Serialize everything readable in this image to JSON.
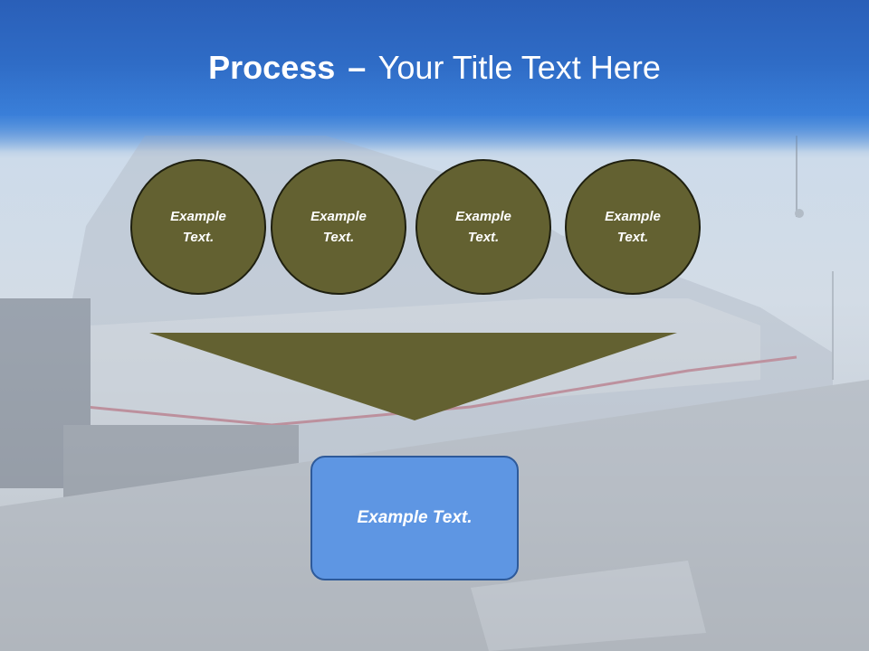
{
  "slide": {
    "title_bold": "Process",
    "title_separator": "–",
    "title_rest": "Your Title Text Here"
  },
  "steps": [
    {
      "label": "Example Text."
    },
    {
      "label": "Example Text."
    },
    {
      "label": "Example Text."
    },
    {
      "label": "Example Text."
    }
  ],
  "result": {
    "label": "Example Text."
  },
  "colors": {
    "title_band": "#2f6cc6",
    "step_fill": "#636131",
    "funnel_fill": "#636131",
    "result_fill": "#5e96e3",
    "result_border": "#2e5a9a"
  }
}
